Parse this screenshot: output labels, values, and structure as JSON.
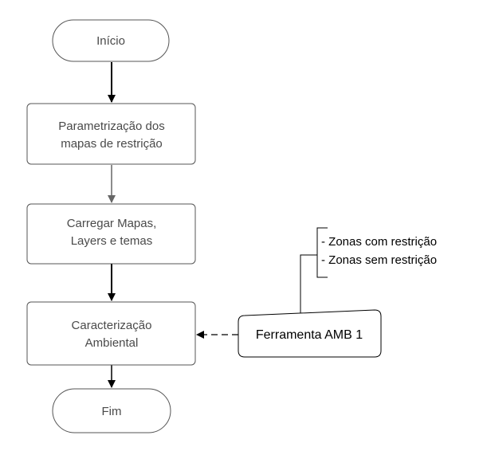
{
  "diagram": {
    "nodes": {
      "inicio": {
        "label": "Início"
      },
      "param": {
        "lines": [
          "Parametrização dos",
          "mapas de restrição"
        ]
      },
      "carregar": {
        "lines": [
          "Carregar Mapas,",
          "Layers e temas"
        ]
      },
      "caract": {
        "lines": [
          "Caracterização",
          "Ambiental"
        ]
      },
      "fim": {
        "label": "Fim"
      },
      "ferramenta": {
        "label": "Ferramenta AMB 1"
      }
    },
    "annotation": {
      "lines": [
        "- Zonas com restrição",
        "- Zonas sem restrição"
      ]
    },
    "colors": {
      "box_fill": "#ffffff",
      "box_stroke": "#555555",
      "arrow_dark": "#000000",
      "arrow_gray": "#666666",
      "text": "#4a4a4a"
    }
  }
}
